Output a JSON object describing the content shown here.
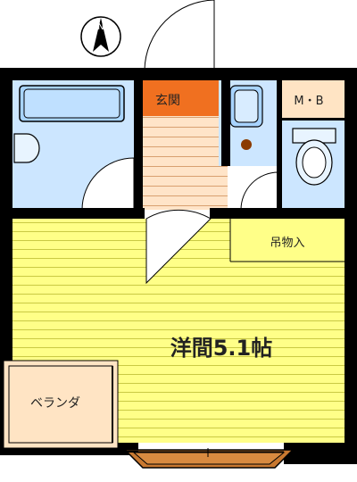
{
  "rooms": {
    "entrance": "玄関",
    "mb": "M・B",
    "closet": "吊物入",
    "main_room": "洋間5.1帖",
    "balcony": "ベランダ"
  },
  "compass": {
    "direction": "N",
    "icon": "north-arrow-icon"
  },
  "colors": {
    "wall": "#000000",
    "room_floor": "#ffff88",
    "floor_lines": "#cccc44",
    "bath": "#cce6ff",
    "entrance": "#f07020",
    "kitchen_floor": "#ffe0c0",
    "balcony": "#ffe4c4",
    "window_bay": "#c87830"
  }
}
